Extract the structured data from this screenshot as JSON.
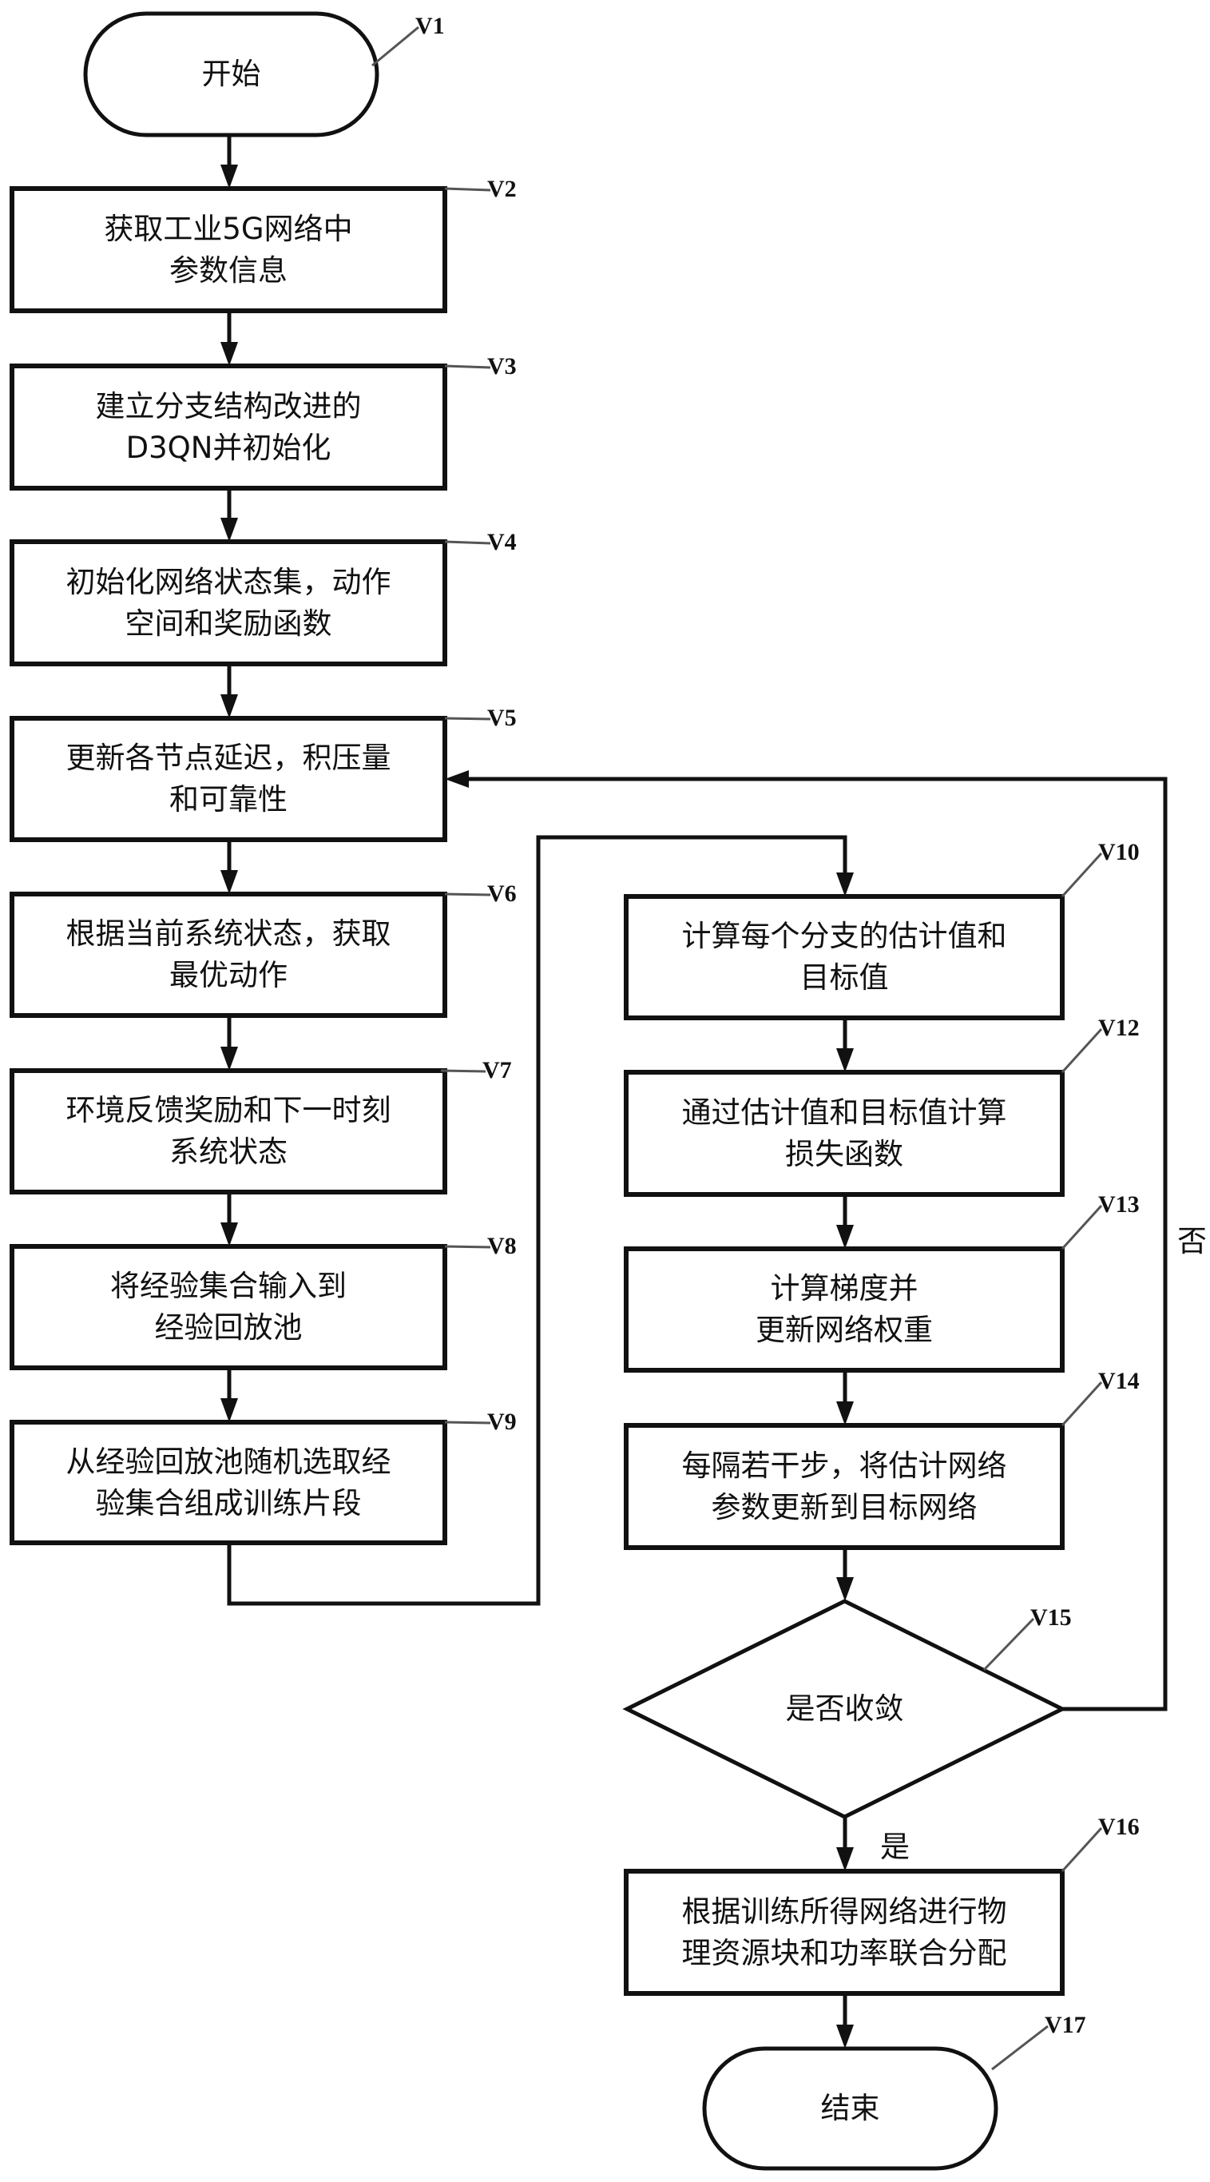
{
  "diagram": {
    "type": "flowchart",
    "nodes": [
      {
        "id": "V1",
        "shape": "terminal",
        "text": "开始"
      },
      {
        "id": "V2",
        "shape": "process",
        "text": "获取工业5G网络中\n参数信息"
      },
      {
        "id": "V3",
        "shape": "process",
        "text": "建立分支结构改进的\nD3QN并初始化"
      },
      {
        "id": "V4",
        "shape": "process",
        "text": "初始化网络状态集，动作\n空间和奖励函数"
      },
      {
        "id": "V5",
        "shape": "process",
        "text": "更新各节点延迟，积压量\n和可靠性"
      },
      {
        "id": "V6",
        "shape": "process",
        "text": "根据当前系统状态，获取\n最优动作"
      },
      {
        "id": "V7",
        "shape": "process",
        "text": "环境反馈奖励和下一时刻\n系统状态"
      },
      {
        "id": "V8",
        "shape": "process",
        "text": "将经验集合输入到\n经验回放池"
      },
      {
        "id": "V9",
        "shape": "process",
        "text": "从经验回放池随机选取经\n验集合组成训练片段"
      },
      {
        "id": "V10",
        "shape": "process",
        "text": "计算每个分支的估计值和\n目标值"
      },
      {
        "id": "V12",
        "shape": "process",
        "text": "通过估计值和目标值计算\n损失函数"
      },
      {
        "id": "V13",
        "shape": "process",
        "text": "计算梯度并\n更新网络权重"
      },
      {
        "id": "V14",
        "shape": "process",
        "text": "每隔若干步，将估计网络\n参数更新到目标网络"
      },
      {
        "id": "V15",
        "shape": "decision",
        "text": "是否收敛"
      },
      {
        "id": "V16",
        "shape": "process",
        "text": "根据训练所得网络进行物\n理资源块和功率联合分配"
      },
      {
        "id": "V17",
        "shape": "terminal",
        "text": "结束"
      }
    ],
    "edges": [
      {
        "from": "V1",
        "to": "V2"
      },
      {
        "from": "V2",
        "to": "V3"
      },
      {
        "from": "V3",
        "to": "V4"
      },
      {
        "from": "V4",
        "to": "V5"
      },
      {
        "from": "V5",
        "to": "V6"
      },
      {
        "from": "V6",
        "to": "V7"
      },
      {
        "from": "V7",
        "to": "V8"
      },
      {
        "from": "V8",
        "to": "V9"
      },
      {
        "from": "V9",
        "to": "V10"
      },
      {
        "from": "V10",
        "to": "V12"
      },
      {
        "from": "V12",
        "to": "V13"
      },
      {
        "from": "V13",
        "to": "V14"
      },
      {
        "from": "V14",
        "to": "V15"
      },
      {
        "from": "V15",
        "to": "V16",
        "label": "是"
      },
      {
        "from": "V15",
        "to": "V5",
        "label": "否"
      },
      {
        "from": "V16",
        "to": "V17"
      }
    ],
    "branch_labels": {
      "yes": "是",
      "no": "否"
    },
    "colors": {
      "stroke": "#111111",
      "leader": "#555555",
      "background": "#ffffff"
    }
  }
}
